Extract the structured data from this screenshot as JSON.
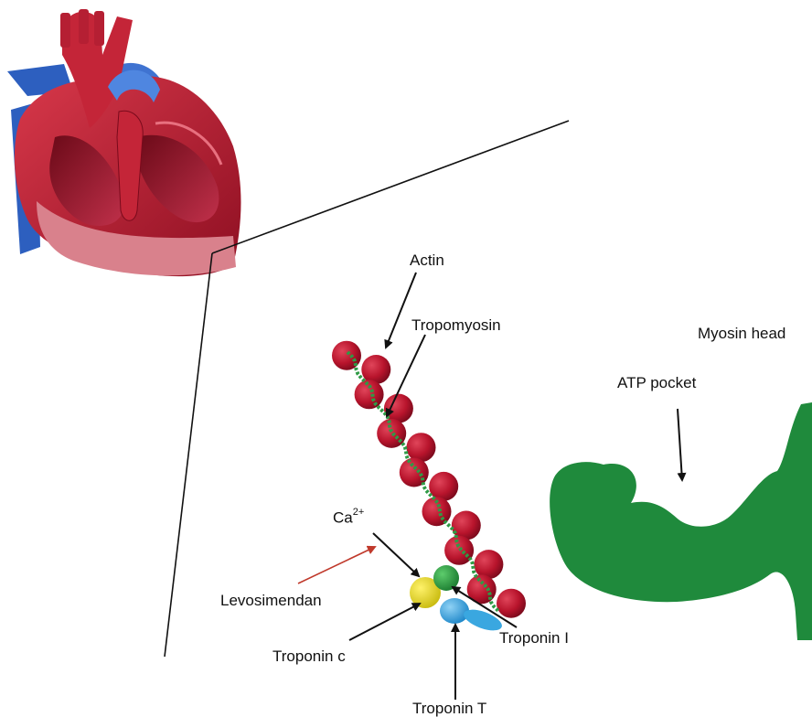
{
  "labels": {
    "actin": "Actin",
    "tropomyosin": "Tropomyosin",
    "myosin_head": "Myosin head",
    "atp_pocket": "ATP pocket",
    "ca_base": "Ca",
    "ca_superscript": "2+",
    "levosimendan": "Levosimendan",
    "troponin_i": "Troponin I",
    "troponin_c": "Troponin c",
    "troponin_t": "Troponin T"
  },
  "colors": {
    "actin_bead": "#b8142c",
    "tropomyosin": "#2f9a45",
    "myosin": "#1f8a3c",
    "troponin_c": "#e6dc1f",
    "troponin_i": "#2a9d3e",
    "troponin_t": "#3aa7e0",
    "levosimendan_arrow": "#c0392b",
    "heart_muscle": "#b31d2f",
    "heart_vein": "#2d5fbf"
  },
  "icons": {
    "heart": "heart-illustration"
  }
}
